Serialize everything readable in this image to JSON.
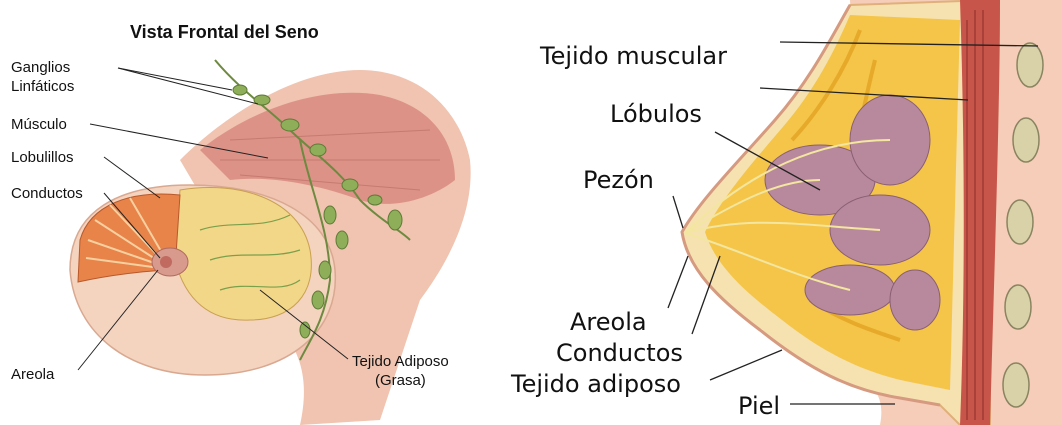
{
  "left": {
    "title": "Vista Frontal del Seno",
    "labels": {
      "ganglios_1": "Ganglios",
      "ganglios_2": "Linfáticos",
      "musculo": "Músculo",
      "lobulillos": "Lobulillos",
      "conductos": "Conductos",
      "areola": "Areola",
      "tejido_1": "Tejido Adiposo",
      "tejido_2": "(Grasa)"
    }
  },
  "right": {
    "labels": {
      "tejido_muscular": "Tejido muscular",
      "lobulos": "Lóbulos",
      "pezon": "Pezón",
      "areola": "Areola",
      "conductos": "Conductos",
      "tejido_adiposo": "Tejido adiposo",
      "piel": "Piel"
    }
  },
  "colors": {
    "skin": "#f2c9ae",
    "muscle": "#c96a5c",
    "fat": "#f2c94c",
    "lobule": "#b48aa0",
    "lymph": "#8fae5a",
    "line": "#222222"
  }
}
